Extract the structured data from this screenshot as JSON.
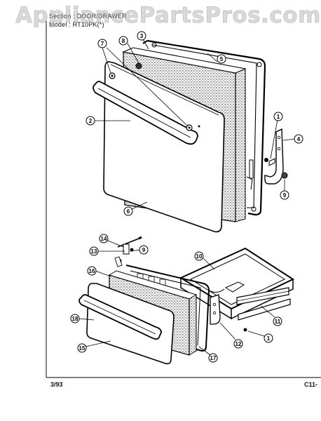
{
  "header": {
    "section_line": "Section : DOOR/DRAWER",
    "model_line": "Model : RT10PK(*)"
  },
  "watermark": {
    "text": "AppliancePartsPros.com"
  },
  "footer": {
    "date": "3/93",
    "page_code": "C11-"
  },
  "callouts": [
    {
      "id": "c1a",
      "label": "1"
    },
    {
      "id": "c1b",
      "label": "1"
    },
    {
      "id": "c2",
      "label": "2"
    },
    {
      "id": "c3",
      "label": "3"
    },
    {
      "id": "c4",
      "label": "4"
    },
    {
      "id": "c5",
      "label": "5"
    },
    {
      "id": "c6",
      "label": "6"
    },
    {
      "id": "c7",
      "label": "7"
    },
    {
      "id": "c8",
      "label": "8"
    },
    {
      "id": "c9a",
      "label": "9"
    },
    {
      "id": "c9b",
      "label": "9"
    },
    {
      "id": "c10",
      "label": "10"
    },
    {
      "id": "c11",
      "label": "11"
    },
    {
      "id": "c12",
      "label": "12"
    },
    {
      "id": "c13",
      "label": "13"
    },
    {
      "id": "c14",
      "label": "14"
    },
    {
      "id": "c15",
      "label": "15"
    },
    {
      "id": "c16",
      "label": "16"
    },
    {
      "id": "c17",
      "label": "17"
    },
    {
      "id": "c18",
      "label": "18"
    }
  ],
  "colors": {
    "line": "#000000",
    "paper": "#ffffff",
    "watermark": "#b9b9b9"
  }
}
